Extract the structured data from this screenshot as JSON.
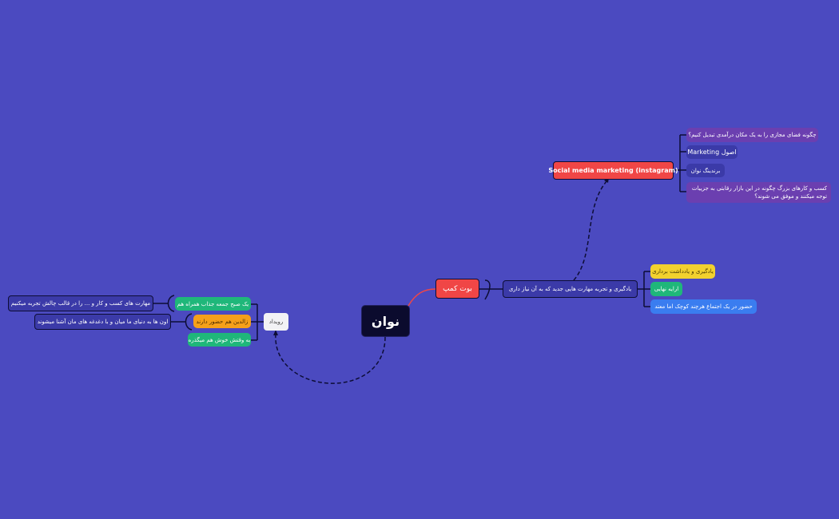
{
  "colors": {
    "background": "#4b4ac0",
    "central": "#0b0b2e",
    "red": "#f04646",
    "green": "#1fb77a",
    "orange": "#f5a01a",
    "yellow": "#f2d12e",
    "blue": "#3a7df0",
    "purple_leaf": "#6b3fb0",
    "navy_leaf": "#3b3aa8",
    "dark_outline": "#0d0d35"
  },
  "central": {
    "label": "نوان"
  },
  "left": {
    "event": "رویداد",
    "tags": [
      "یک صبح جمعه جذاب همراه هم",
      "زالدین هم حضور دارند",
      "به وقتش خوش هم میگذره"
    ],
    "notes": [
      "مهارت های کسب و کار و ... را در قالب چالش تجربه میکنیم",
      "اون ها به دنیای ما میان و با دغدغه های مان آشنا میشوند"
    ]
  },
  "right": {
    "bootcamp": "بوت کمپ",
    "learning": "یادگیری و تجربه مهارت هایی جدید که به آن نیاز داری",
    "learning_tags": [
      "یادگیری و یادداشت برداری",
      "ارایه نهایی",
      "حضور در یک اجتماع هرچند کوچک اما معتد"
    ],
    "smm": "Social media  marketing (instagram)",
    "smm_items": [
      "چگونه فضای مجازی را به یک مکان درآمدی تبدیل کنیم؟",
      "Marketing اصول",
      "برندینگ نوان",
      "کسب و کارهای بزرگ چگونه در این بازار رقابتی به جزییات توجه میکنند و موفق می شوند؟"
    ]
  }
}
